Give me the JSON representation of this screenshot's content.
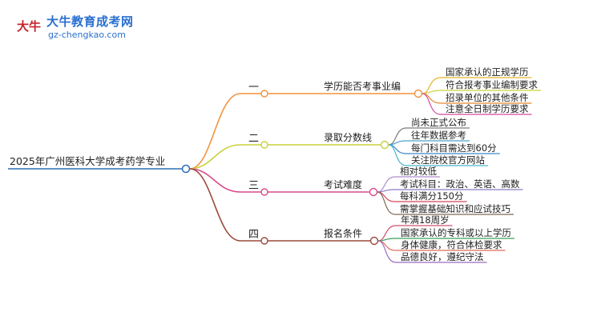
{
  "logo": {
    "title": "大牛教育成考网",
    "url": "gz-chengkao.com",
    "mark_text": "大牛",
    "mark_color": "#c8242b"
  },
  "root": {
    "label": "2025年广州医科大学成考药学专业",
    "color": "#2c6db5"
  },
  "branches": [
    {
      "num": "一",
      "label": "学历能否考事业编",
      "color": "#f3923c",
      "leaf_colors": [
        "#e8b427",
        "#cbd43a",
        "#e48a2a",
        "#d44b9b"
      ],
      "leaves": [
        "国家承认的正规学历",
        "符合报考事业编制要求",
        "招录单位的其他条件",
        "注意全日制学历要求"
      ]
    },
    {
      "num": "二",
      "label": "录取分数线",
      "color": "#c8d23a",
      "leaf_colors": [
        "#7c7c7c",
        "#4aa3c8",
        "#3e86c8",
        "#46b6c8"
      ],
      "leaves": [
        "尚未正式公布",
        "往年数据参考",
        "每门科目需达到60分",
        "关注院校官方网站"
      ]
    },
    {
      "num": "三",
      "label": "考试难度",
      "color": "#d94a8c",
      "leaf_colors": [
        "#b08ed0",
        "#8d7cc2",
        "#d8455a",
        "#7e6a55"
      ],
      "leaves": [
        "相对较低",
        "考试科目：政治、英语、高数",
        "每科满分150分",
        "需掌握基础知识和应试技巧"
      ]
    },
    {
      "num": "四",
      "label": "报名条件",
      "color": "#9b4a3c",
      "leaf_colors": [
        "#d4506a",
        "#3aa05a",
        "#e06a5a",
        "#9b6ac0"
      ],
      "leaves": [
        "年满18周岁",
        "国家承认的专科或以上学历",
        "身体健康，符合体检要求",
        "品德良好，遵纪守法"
      ]
    }
  ]
}
